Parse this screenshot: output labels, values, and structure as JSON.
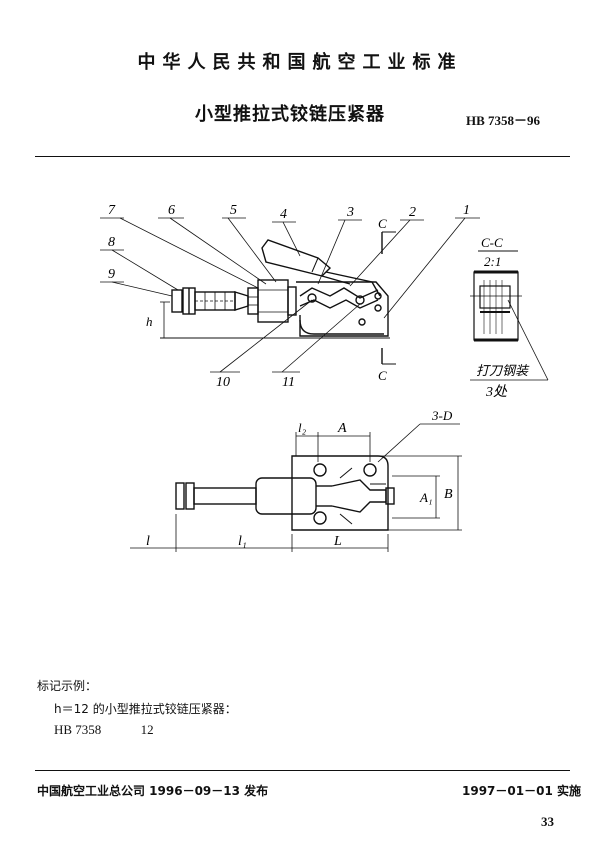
{
  "header": {
    "standard_body": "中华人民共和国航空工业标准",
    "document_title": "小型推拉式铰链压紧器",
    "standard_code": "HB 7358－96"
  },
  "drawing": {
    "part_numbers": [
      "7",
      "6",
      "5",
      "4",
      "3",
      "2",
      "1",
      "8",
      "9",
      "10",
      "11"
    ],
    "section_marker": "C",
    "section_view": {
      "label": "C-C",
      "scale": "2:1"
    },
    "note_line1": "打刀钢装",
    "note_line2": "3处",
    "dimensions": {
      "h": "h",
      "l2": "l₂",
      "A": "A",
      "hole_callout": "3-D",
      "A1": "A₁",
      "B": "B",
      "l": "l",
      "l1": "l₁",
      "L": "L"
    }
  },
  "example": {
    "heading": "标记示例：",
    "text": "h＝12 的小型推拉式铰链压紧器：",
    "designation_standard": "HB 7358",
    "designation_size": "12"
  },
  "footer": {
    "issued": "中国航空工业总公司 1996－09－13 发布",
    "effective": "1997－01－01 实施",
    "page_number": "33"
  }
}
